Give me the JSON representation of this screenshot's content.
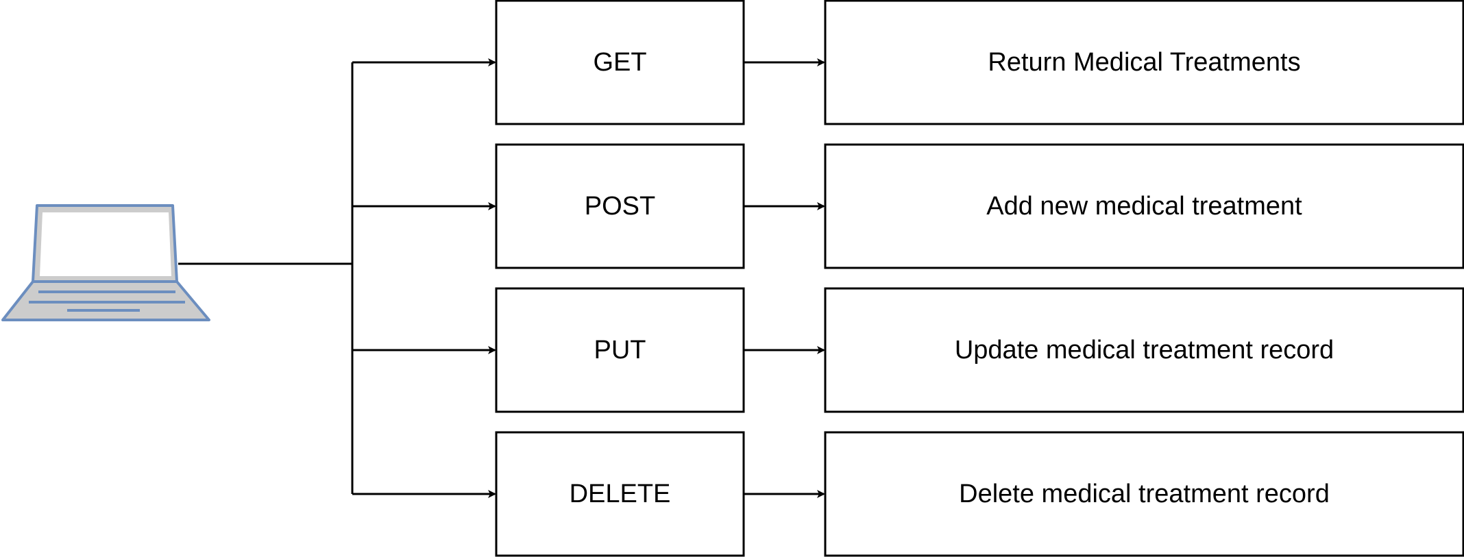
{
  "client": {
    "icon": "laptop-icon",
    "colors": {
      "outline": "#6c8ebf",
      "screen": "#ffffff",
      "body": "#cccccc"
    }
  },
  "methods": [
    {
      "label": "GET",
      "result": "Return Medical Treatments"
    },
    {
      "label": "POST",
      "result": "Add new medical treatment"
    },
    {
      "label": "PUT",
      "result": "Update medical treatment record"
    },
    {
      "label": "DELETE",
      "result": "Delete medical treatment record"
    }
  ],
  "colors": {
    "stroke": "#000000",
    "background": "#ffffff"
  }
}
